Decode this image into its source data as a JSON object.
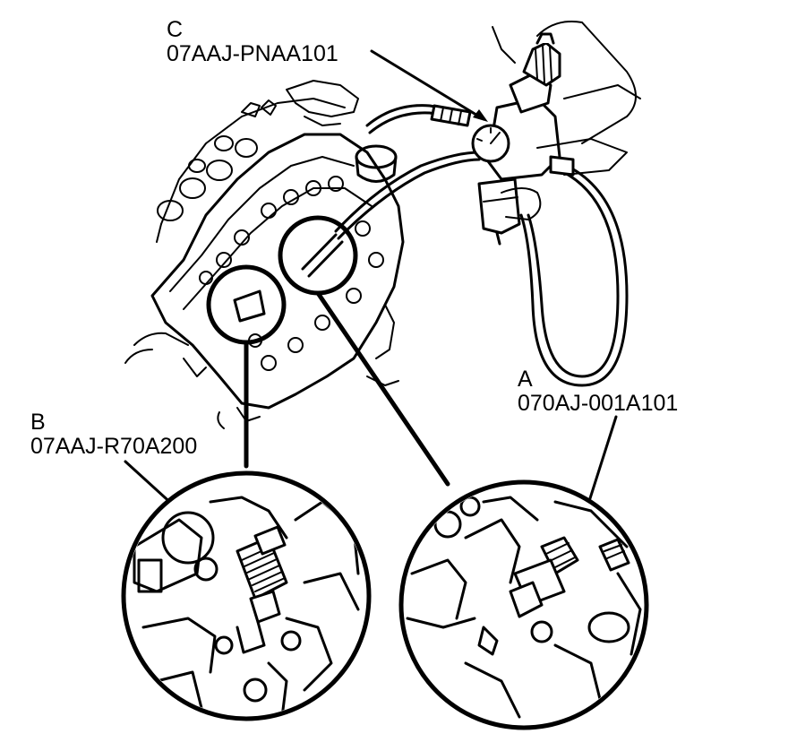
{
  "callouts": {
    "c": {
      "letter": "C",
      "part_number": "07AAJ-PNAA101"
    },
    "b": {
      "letter": "B",
      "part_number": "07AAJ-R70A200"
    },
    "a": {
      "letter": "A",
      "part_number": "070AJ-001A101"
    }
  },
  "colors": {
    "ink": "#000000",
    "paper": "#ffffff"
  }
}
